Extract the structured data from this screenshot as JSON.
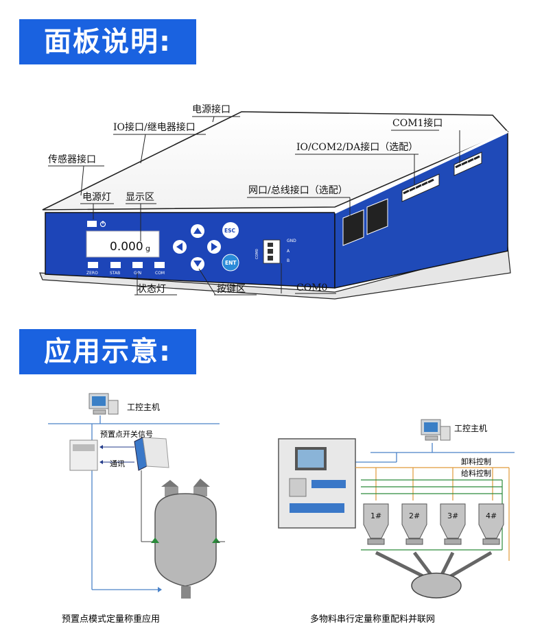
{
  "sections": {
    "panel_title": "面板说明:",
    "application_title": "应用示意:"
  },
  "panel": {
    "labels": {
      "power_port": "电源接口",
      "io_relay_port": "IO接口/继电器接口",
      "sensor_port": "传感器接口",
      "power_light": "电源灯",
      "display_area": "显示区",
      "com1_port": "COM1接口",
      "io_com2_da_port": "IO/COM2/DA接口（选配）",
      "network_bus_port": "网口/总线接口（选配）",
      "status_light": "状态灯",
      "key_area": "按键区",
      "com0": "COM0"
    },
    "display_value": "0.000",
    "display_unit": "g",
    "keys": {
      "esc": "ESC",
      "ent": "ENT"
    },
    "status_leds": [
      "ZERO",
      "STAB",
      "G/N",
      "COM"
    ],
    "com0_terminals": [
      "GND",
      "A",
      "B"
    ],
    "com0_side": "COM0"
  },
  "app_left": {
    "pc_label": "工控主机",
    "signal_label": "预置点开关信号",
    "comm_label": "通讯",
    "caption": "预置点模式定量称重应用"
  },
  "app_right": {
    "pc_label": "工控主机",
    "unload_label": "卸料控制",
    "feed_label": "给料控制",
    "hoppers": [
      "1#",
      "2#",
      "3#",
      "4#"
    ],
    "caption": "多物料串行定量称重配料并联网"
  }
}
